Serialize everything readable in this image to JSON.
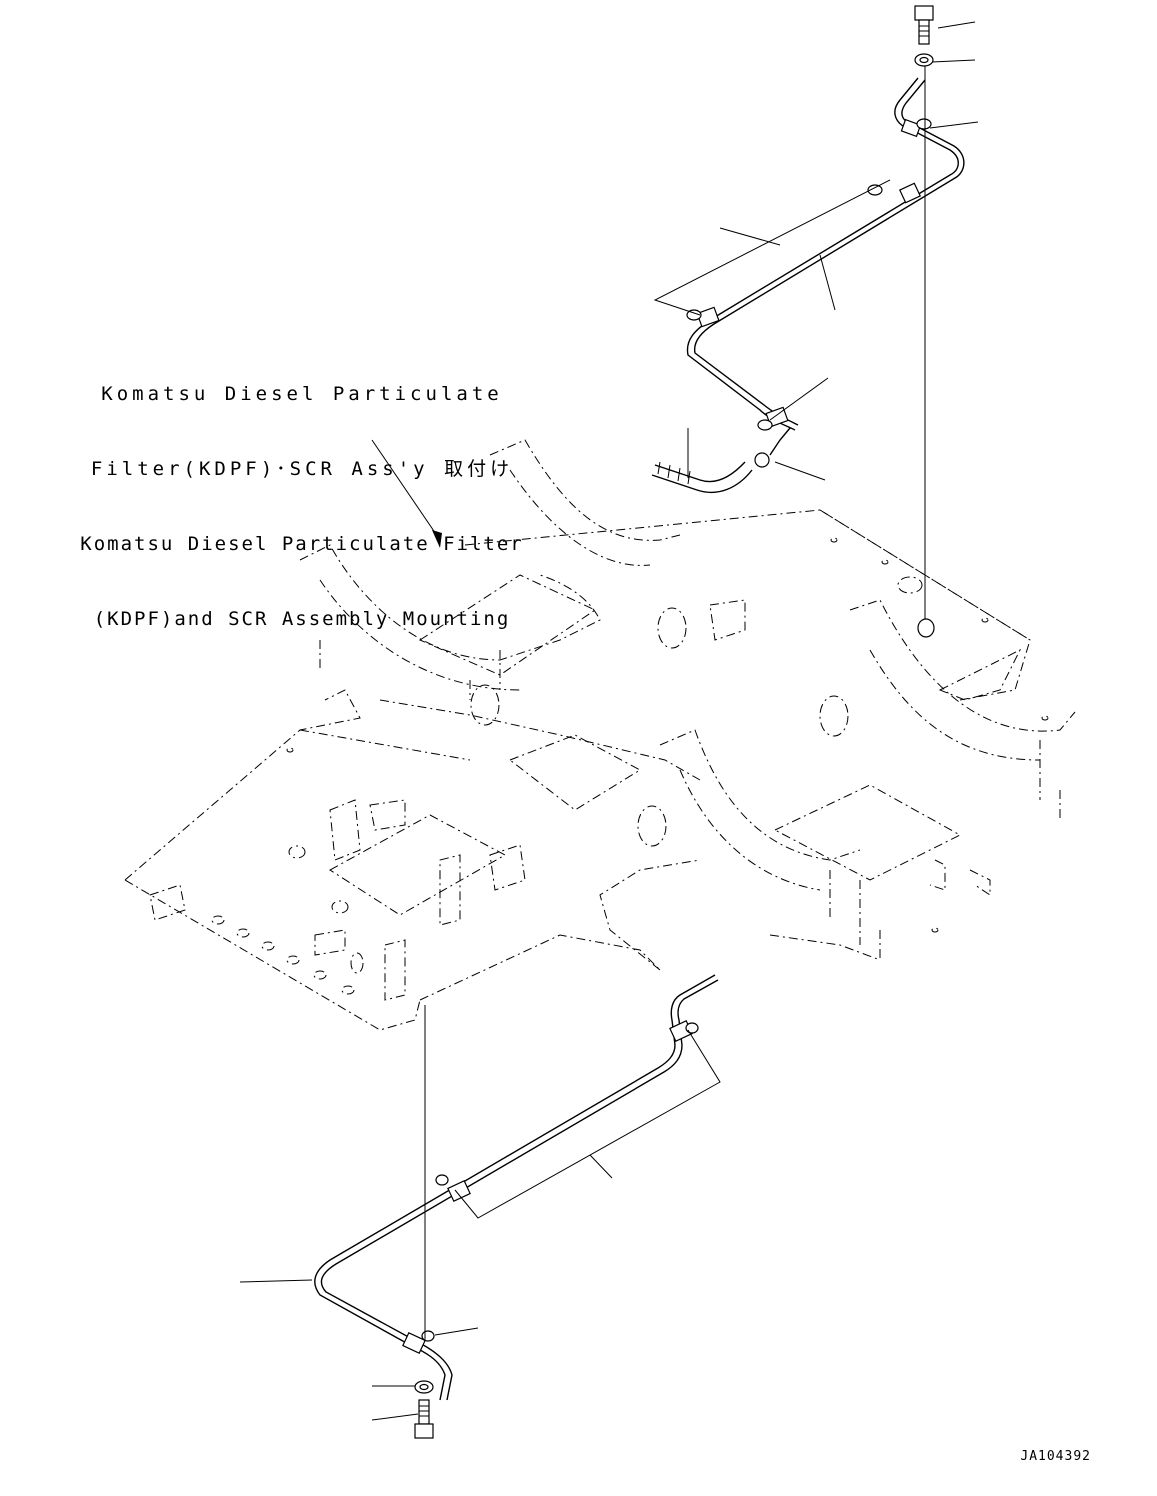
{
  "callout": {
    "lines": [
      "Komatsu Diesel Particulate",
      "Filter(KDPF)･SCR Ass'y 取付け",
      "Komatsu Diesel Particulate Filter",
      "(KDPF)and SCR Assembly Mounting"
    ]
  },
  "figure_code": "JA104392"
}
